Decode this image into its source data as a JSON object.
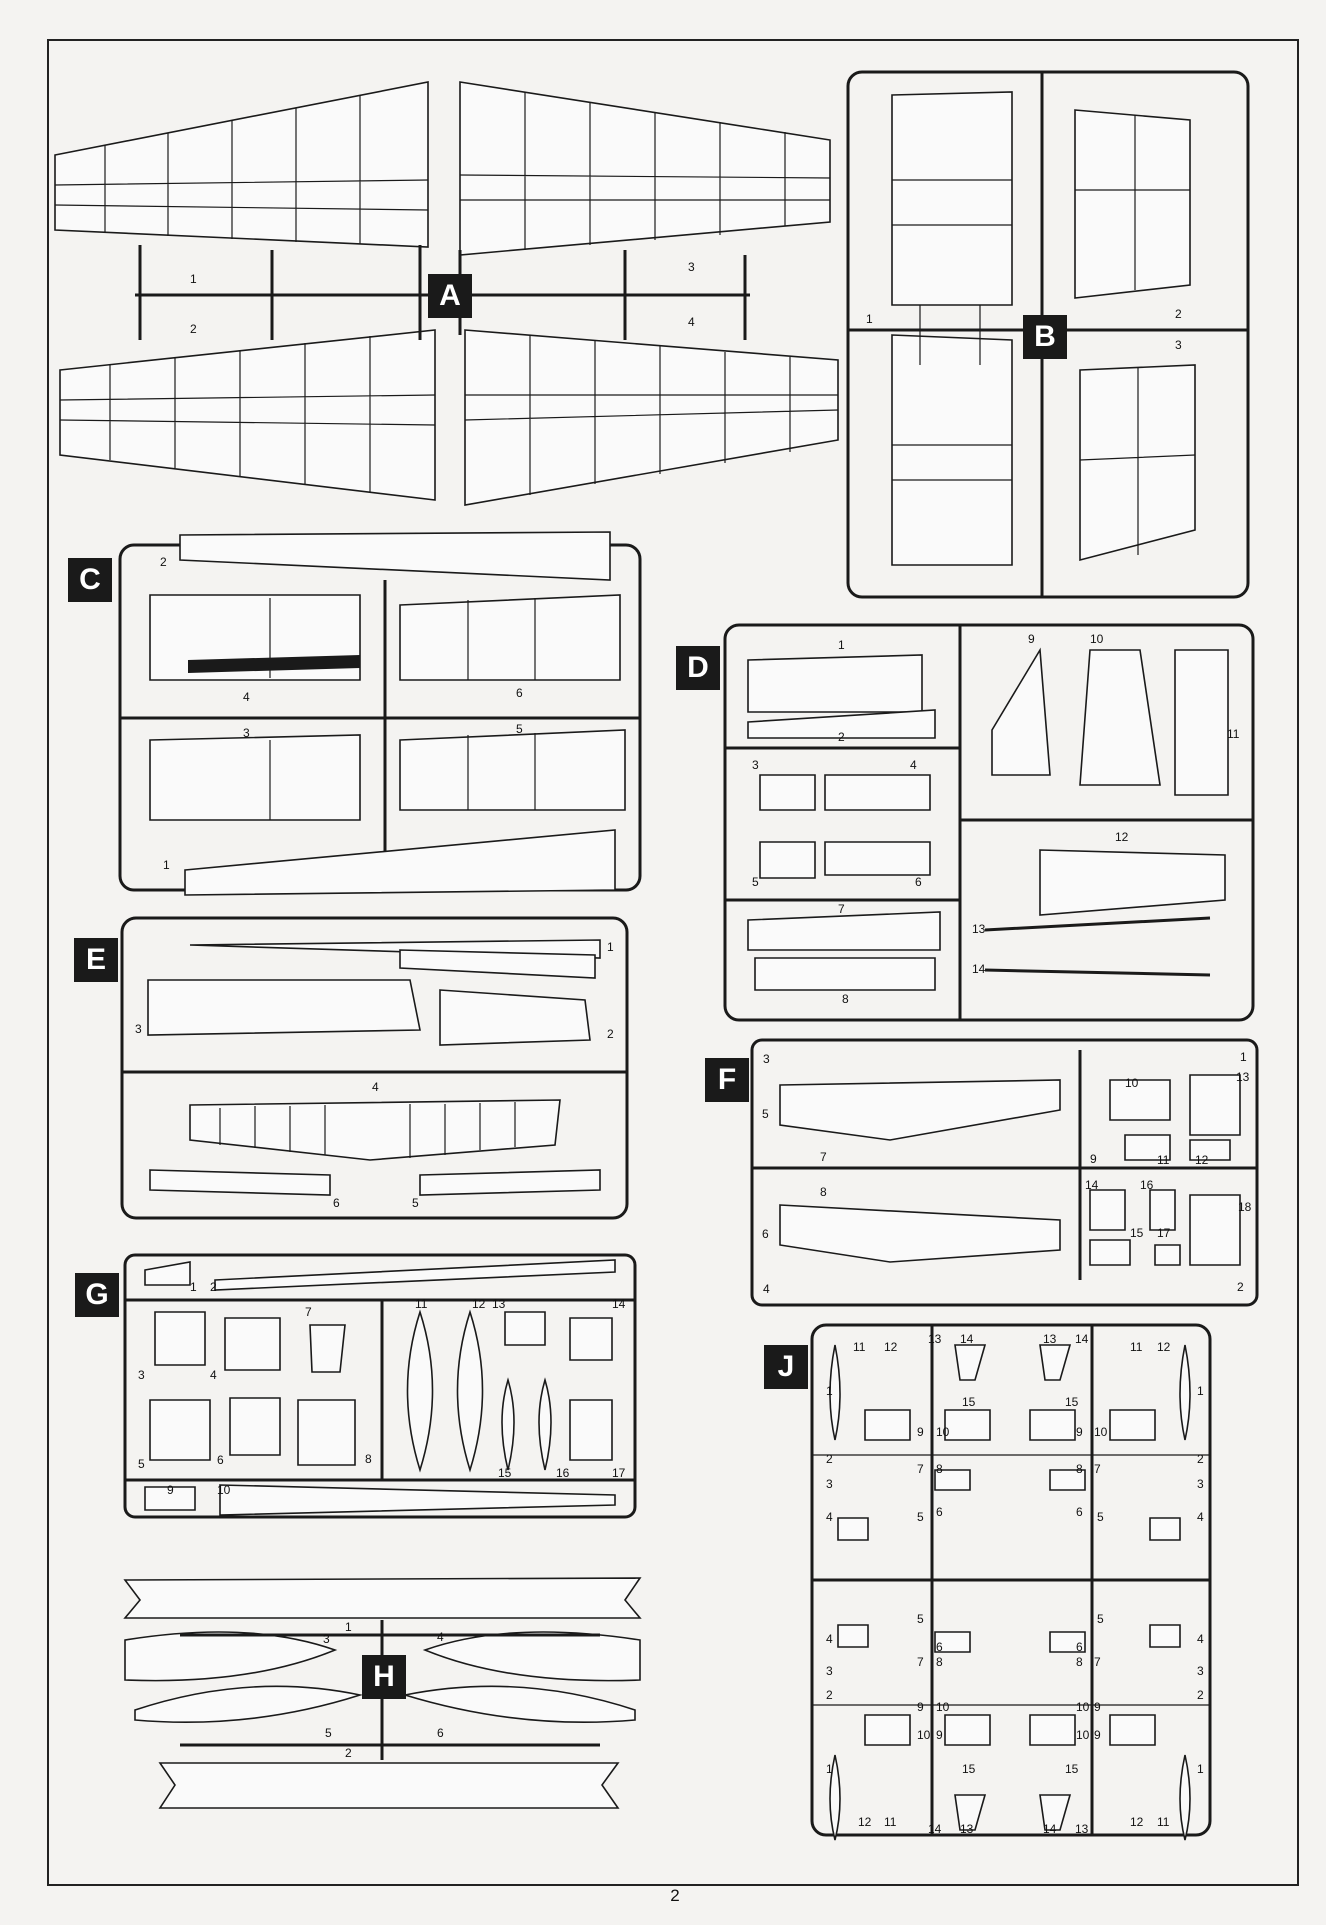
{
  "page_number": "2",
  "sprues": [
    {
      "id": "A",
      "parts": [
        "1",
        "2",
        "3",
        "4"
      ]
    },
    {
      "id": "B",
      "parts": [
        "1",
        "2",
        "3"
      ]
    },
    {
      "id": "C",
      "parts": [
        "2",
        "4",
        "6",
        "3",
        "5",
        "1"
      ]
    },
    {
      "id": "D",
      "parts": [
        "1",
        "2",
        "3",
        "4",
        "5",
        "6",
        "7",
        "8",
        "9",
        "10",
        "11",
        "12",
        "13",
        "14"
      ]
    },
    {
      "id": "E",
      "parts": [
        "1",
        "3",
        "2",
        "4",
        "6",
        "5"
      ]
    },
    {
      "id": "F",
      "parts": [
        "3",
        "1",
        "13",
        "10",
        "5",
        "7",
        "9",
        "11",
        "12",
        "8",
        "14",
        "16",
        "18",
        "6",
        "15",
        "17",
        "4",
        "2"
      ]
    },
    {
      "id": "G",
      "parts": [
        "1",
        "2",
        "7",
        "11",
        "12",
        "13",
        "14",
        "3",
        "4",
        "5",
        "6",
        "8",
        "15",
        "16",
        "17",
        "9",
        "10"
      ]
    },
    {
      "id": "H",
      "parts": [
        "3",
        "1",
        "4",
        "5",
        "6",
        "2"
      ]
    },
    {
      "id": "J",
      "parts": [
        "11",
        "12",
        "13",
        "14",
        "13",
        "14",
        "11",
        "12",
        "1",
        "15",
        "15",
        "1",
        "9",
        "10",
        "9",
        "10",
        "10",
        "9",
        "10",
        "9",
        "2",
        "8",
        "8",
        "7",
        "2",
        "3",
        "7",
        "3",
        "4",
        "5",
        "6",
        "6",
        "5",
        "4",
        "4",
        "5",
        "6",
        "6",
        "5",
        "4",
        "3",
        "7",
        "8",
        "8",
        "7",
        "3",
        "2",
        "9",
        "10",
        "10",
        "9",
        "2",
        "1",
        "15",
        "15",
        "1",
        "12",
        "11",
        "14",
        "13",
        "14",
        "13",
        "12",
        "11"
      ]
    }
  ]
}
